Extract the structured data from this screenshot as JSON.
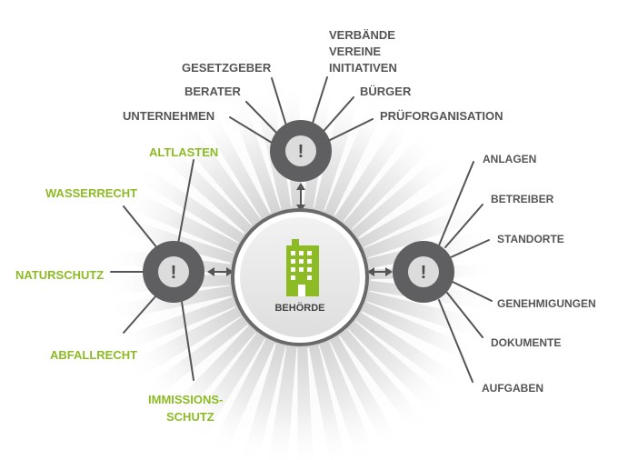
{
  "center": {
    "label": "BEHÖRDE"
  },
  "hubs": {
    "symbol": "!"
  },
  "top_labels": {
    "verbaende": "VERBÄNDE",
    "vereine": "VEREINE",
    "initiativen": "INITIATIVEN",
    "gesetzgeber": "GESETZGEBER",
    "berater": "BERATER",
    "buerger": "BÜRGER",
    "unternehmen": "UNTERNEHMEN",
    "pruef": "PRÜFORGANISATION"
  },
  "left_labels": {
    "altlasten": "ALTLASTEN",
    "wasserrecht": "WASSERRECHT",
    "naturschutz": "NATURSCHUTZ",
    "abfallrecht": "ABFALLRECHT",
    "immissions1": "IMMISSIONS-",
    "immissions2": "SCHUTZ"
  },
  "right_labels": {
    "anlagen": "ANLAGEN",
    "betreiber": "BETREIBER",
    "standorte": "STANDORTE",
    "genehmigungen": "GENEHMIGUNGEN",
    "dokumente": "DOKUMENTE",
    "aufgaben": "AUFGABEN"
  },
  "colors": {
    "hub": "#5f5f62",
    "text": "#555555",
    "accent": "#8dbb25",
    "center_fill": "#e8e8e8",
    "center_ring": "#666666"
  }
}
